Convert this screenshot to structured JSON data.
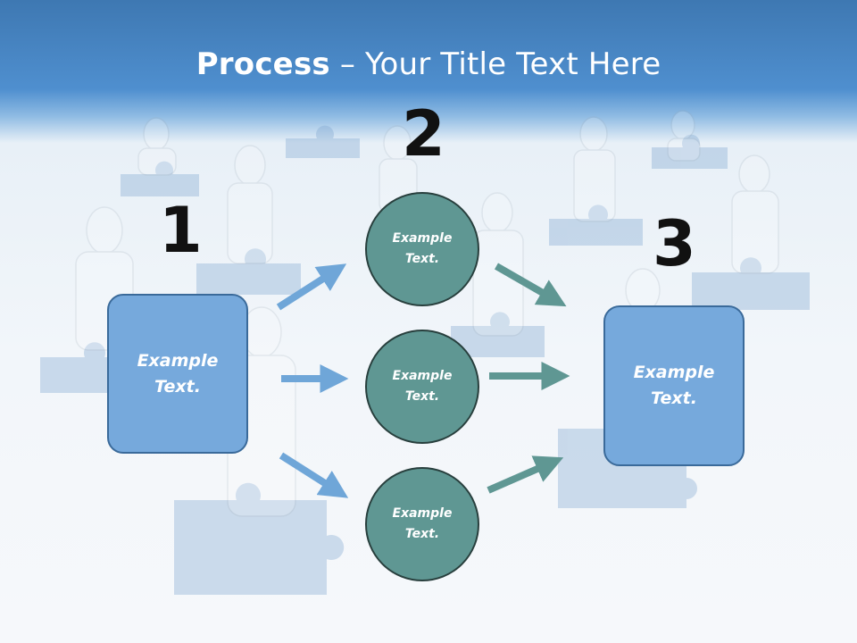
{
  "title": {
    "strong": "Process",
    "rest": " – Your Title Text Here"
  },
  "steps": [
    {
      "number": "1",
      "box_line1": "Example",
      "box_line2": "Text."
    },
    {
      "number": "2"
    },
    {
      "number": "3",
      "box_line1": "Example",
      "box_line2": "Text."
    }
  ],
  "circles": [
    {
      "line1": "Example",
      "line2": "Text."
    },
    {
      "line1": "Example",
      "line2": "Text."
    },
    {
      "line1": "Example",
      "line2": "Text."
    }
  ],
  "colors": {
    "box_fill": "#76a9dc",
    "circle_fill": "#5f9793",
    "arrow_in": "#6fa6d8",
    "arrow_out": "#5f9793",
    "header": "#4a88c8"
  }
}
